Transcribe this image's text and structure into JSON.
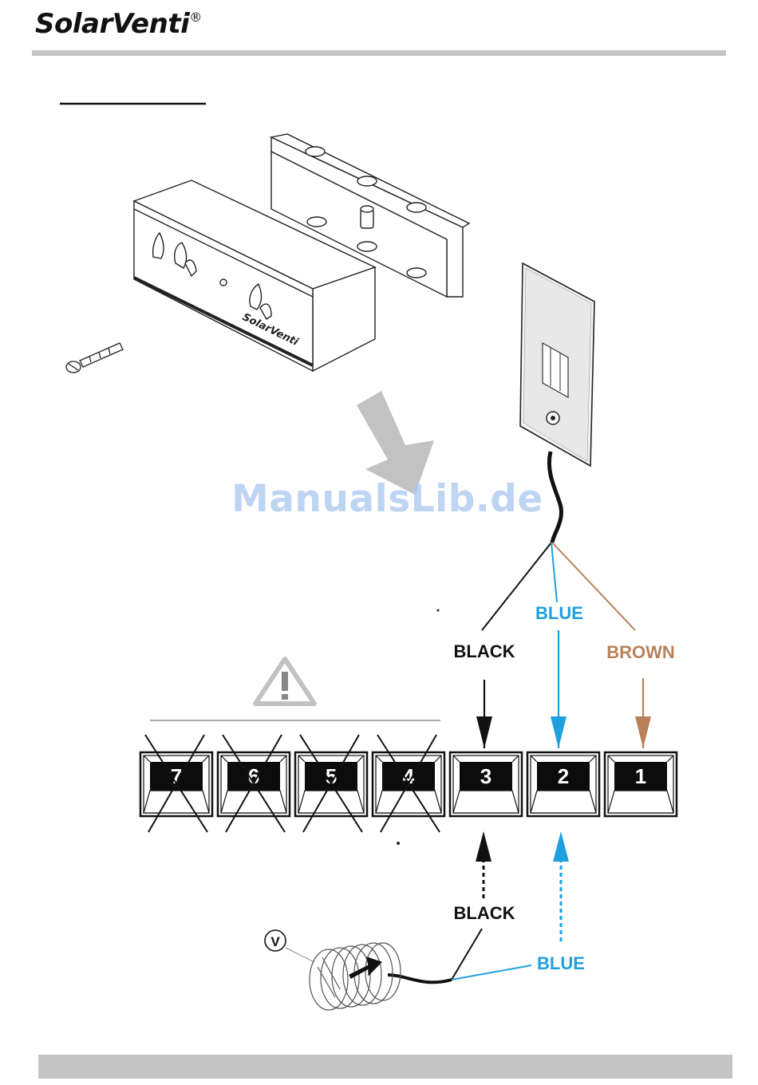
{
  "header": {
    "brand": "SolarVenti",
    "registered": "®"
  },
  "watermark": "ManualsLib.de",
  "terminals": [
    {
      "label": "7",
      "crossed": true
    },
    {
      "label": "6",
      "crossed": true
    },
    {
      "label": "5",
      "crossed": true
    },
    {
      "label": "4",
      "crossed": true
    },
    {
      "label": "3",
      "crossed": false
    },
    {
      "label": "2",
      "crossed": false
    },
    {
      "label": "1",
      "crossed": false
    }
  ],
  "wires_top": {
    "black": "BLACK",
    "blue": "BLUE",
    "brown": "BROWN"
  },
  "wires_bottom": {
    "black": "BLACK",
    "blue": "BLUE"
  },
  "fan_marker": "V",
  "controller_brand": "SolarVenti",
  "colors": {
    "black": "#111111",
    "blue": "#1ea0df",
    "brown": "#b8815a",
    "bar": "#c4c4c4"
  }
}
